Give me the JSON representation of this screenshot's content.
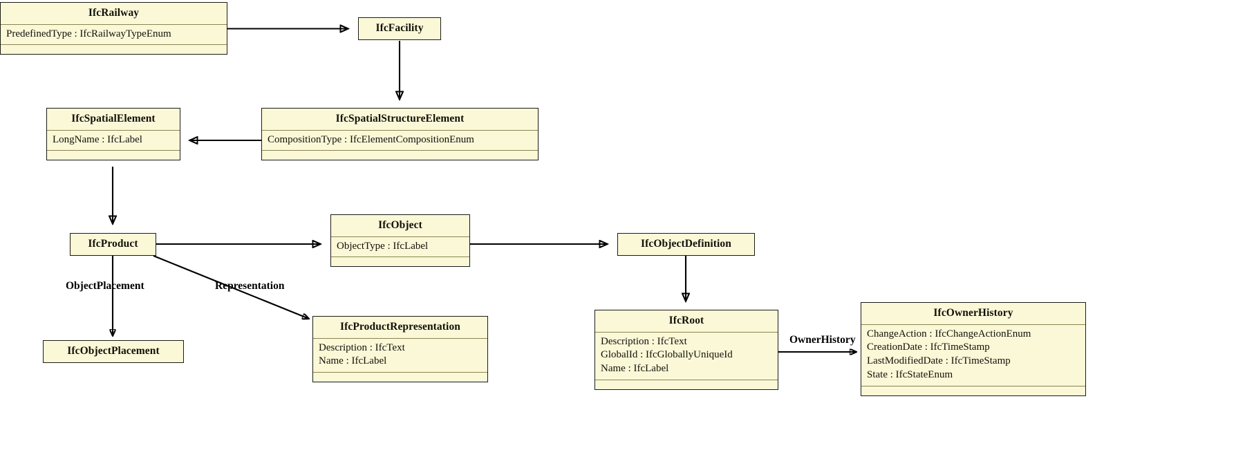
{
  "diagram": {
    "type": "uml-class-diagram",
    "title": "IFC Railway Entity Inheritance Diagram",
    "colors": {
      "class_fill": "#fbf8d8",
      "class_border": "#1a1a14",
      "compartment_divider": "#8a8450",
      "edge_stroke": "#000000",
      "background": "#ffffff"
    }
  },
  "classes": {
    "ifc_railway": {
      "name": "IfcRailway",
      "attributes": [
        "PredefinedType : IfcRailwayTypeEnum"
      ],
      "has_empty_compartment": true
    },
    "ifc_facility": {
      "name": "IfcFacility",
      "attributes": [],
      "has_empty_compartment": false
    },
    "ifc_spatial_element": {
      "name": "IfcSpatialElement",
      "attributes": [
        "LongName : IfcLabel"
      ],
      "has_empty_compartment": true
    },
    "ifc_spatial_structure_element": {
      "name": "IfcSpatialStructureElement",
      "attributes": [
        "CompositionType : IfcElementCompositionEnum"
      ],
      "has_empty_compartment": true
    },
    "ifc_product": {
      "name": "IfcProduct",
      "attributes": [],
      "has_empty_compartment": false
    },
    "ifc_object": {
      "name": "IfcObject",
      "attributes": [
        "ObjectType : IfcLabel"
      ],
      "has_empty_compartment": true
    },
    "ifc_object_definition": {
      "name": "IfcObjectDefinition",
      "attributes": [],
      "has_empty_compartment": false
    },
    "ifc_object_placement": {
      "name": "IfcObjectPlacement",
      "attributes": [],
      "has_empty_compartment": false
    },
    "ifc_product_representation": {
      "name": "IfcProductRepresentation",
      "attributes": [
        "Description : IfcText",
        "Name : IfcLabel"
      ],
      "has_empty_compartment": true
    },
    "ifc_root": {
      "name": "IfcRoot",
      "attributes": [
        "Description : IfcText",
        "GlobalId : IfcGloballyUniqueId",
        "Name : IfcLabel"
      ],
      "has_empty_compartment": true
    },
    "ifc_owner_history": {
      "name": "IfcOwnerHistory",
      "attributes": [
        "ChangeAction : IfcChangeActionEnum",
        "CreationDate : IfcTimeStamp",
        "LastModifiedDate : IfcTimeStamp",
        "State : IfcStateEnum"
      ],
      "has_empty_compartment": true
    }
  },
  "edge_labels": {
    "object_placement": "ObjectPlacement",
    "representation": "Representation",
    "owner_history": "OwnerHistory"
  },
  "relationships": [
    {
      "from": "IfcRailway",
      "to": "IfcFacility",
      "kind": "generalization",
      "label": ""
    },
    {
      "from": "IfcFacility",
      "to": "IfcSpatialStructureElement",
      "kind": "generalization",
      "label": ""
    },
    {
      "from": "IfcSpatialStructureElement",
      "to": "IfcSpatialElement",
      "kind": "generalization",
      "label": ""
    },
    {
      "from": "IfcSpatialElement",
      "to": "IfcProduct",
      "kind": "generalization",
      "label": ""
    },
    {
      "from": "IfcProduct",
      "to": "IfcObject",
      "kind": "generalization",
      "label": ""
    },
    {
      "from": "IfcObject",
      "to": "IfcObjectDefinition",
      "kind": "generalization",
      "label": ""
    },
    {
      "from": "IfcObjectDefinition",
      "to": "IfcRoot",
      "kind": "generalization",
      "label": ""
    },
    {
      "from": "IfcProduct",
      "to": "IfcObjectPlacement",
      "kind": "association",
      "label": "ObjectPlacement"
    },
    {
      "from": "IfcProduct",
      "to": "IfcProductRepresentation",
      "kind": "association",
      "label": "Representation"
    },
    {
      "from": "IfcRoot",
      "to": "IfcOwnerHistory",
      "kind": "association",
      "label": "OwnerHistory"
    }
  ]
}
